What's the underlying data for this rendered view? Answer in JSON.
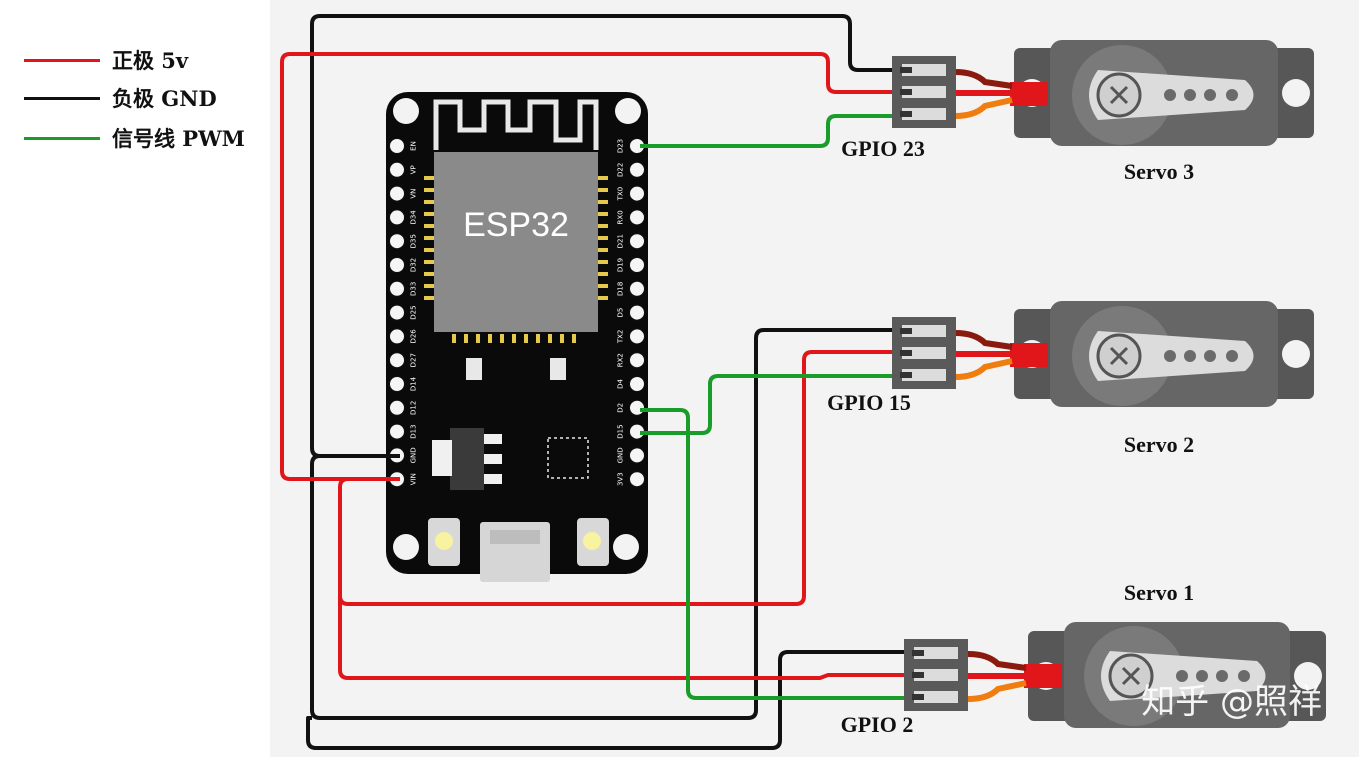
{
  "legend": {
    "items": [
      {
        "label": "正极 5v",
        "color": "#e0161b"
      },
      {
        "label": "负极 GND",
        "color": "#111111"
      },
      {
        "label": "信号线 PWM",
        "color": "#1a9c2b"
      }
    ]
  },
  "board": {
    "chip_label": "ESP32",
    "left_pins": [
      "EN",
      "VP",
      "VN",
      "D34",
      "D35",
      "D32",
      "D33",
      "D25",
      "D26",
      "D27",
      "D14",
      "D12",
      "D13",
      "GND",
      "VIN"
    ],
    "right_pins": [
      "D23",
      "D22",
      "TX0",
      "RX0",
      "D21",
      "D19",
      "D18",
      "D5",
      "TX2",
      "RX2",
      "D4",
      "D2",
      "D15",
      "GND",
      "3V3"
    ]
  },
  "servos": [
    {
      "name": "Servo 3",
      "gpio": "GPIO 23"
    },
    {
      "name": "Servo 2",
      "gpio": "GPIO 15"
    },
    {
      "name": "Servo 1",
      "gpio": "GPIO 2"
    }
  ],
  "watermark": "知乎 @照祥",
  "colors": {
    "power": "#e0161b",
    "ground": "#111111",
    "signal": "#1a9c2b",
    "board": "#0a0a0a",
    "servo_body": "#5f5f5f",
    "orange_wire": "#f07d10"
  }
}
